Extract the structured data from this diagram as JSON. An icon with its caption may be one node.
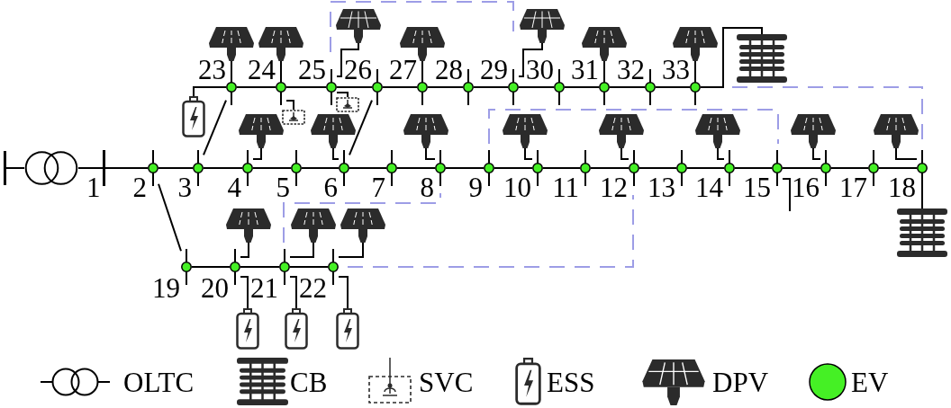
{
  "diagram": {
    "nodes": [
      {
        "text": [],
        "shape": "bar"
      },
      {
        "text": [],
        "shape": "circle"
      },
      {
        "text": [],
        "shape": "bar",
        "beside": [
          "1"
        ]
      },
      {
        "text": [],
        "shape": "circle",
        "beside": [
          "2"
        ]
      },
      {
        "text": [],
        "shape": "circle",
        "beside": [
          "3"
        ]
      },
      {
        "text": [],
        "shape": "circle",
        "beside": [
          "4"
        ]
      },
      {
        "text": [],
        "shape": "circle",
        "beside": [
          "5"
        ]
      },
      {
        "text": [],
        "shape": "circle",
        "beside": [
          "6"
        ]
      },
      {
        "text": [],
        "shape": "circle",
        "beside": [
          "7"
        ]
      },
      {
        "text": [],
        "shape": "circle",
        "beside": [
          "8"
        ]
      },
      {
        "text": [],
        "shape": "circle",
        "beside": [
          "9"
        ]
      },
      {
        "text": [],
        "shape": "circle",
        "beside": [
          "10"
        ]
      },
      {
        "text": [],
        "shape": "circle",
        "beside": [
          "11"
        ]
      },
      {
        "text": [],
        "shape": "circle",
        "beside": [
          "12"
        ]
      },
      {
        "text": [],
        "shape": "circle",
        "beside": [
          "13"
        ]
      },
      {
        "text": [],
        "shape": "circle",
        "beside": [
          "14"
        ]
      },
      {
        "text": [],
        "shape": "circle",
        "beside": [
          "15"
        ]
      },
      {
        "text": [],
        "shape": "circle",
        "beside": [
          "16"
        ]
      },
      {
        "text": [],
        "shape": "circle",
        "beside": [
          "17"
        ]
      },
      {
        "text": [],
        "shape": "circle",
        "beside": [
          "18"
        ]
      },
      {
        "text": [],
        "shape": "circle",
        "beside": [
          "19"
        ]
      },
      {
        "text": [],
        "shape": "circle",
        "beside": [
          "20"
        ]
      },
      {
        "text": [],
        "shape": "circle",
        "beside": [
          "21"
        ]
      },
      {
        "text": [],
        "shape": "circle",
        "beside": [
          "22"
        ]
      },
      {
        "text": [],
        "shape": "circle",
        "beside": [
          "23"
        ]
      },
      {
        "text": [],
        "shape": "circle",
        "beside": [
          "24"
        ]
      },
      {
        "text": [],
        "shape": "circle",
        "beside": [
          "25"
        ]
      },
      {
        "text": [],
        "shape": "circle",
        "beside": [
          "26"
        ]
      },
      {
        "text": [],
        "shape": "circle",
        "beside": [
          "27"
        ]
      },
      {
        "text": [],
        "shape": "circle",
        "beside": [
          "28"
        ]
      },
      {
        "text": [],
        "shape": "circle",
        "beside": [
          "29"
        ]
      },
      {
        "text": [],
        "shape": "circle",
        "beside": [
          "30"
        ]
      },
      {
        "text": [],
        "shape": "circle",
        "beside": [
          "31"
        ]
      },
      {
        "text": [],
        "shape": "circle",
        "beside": [
          "32"
        ]
      },
      {
        "text": [],
        "shape": "circle",
        "beside": [
          "33"
        ]
      },
      {
        "text": [],
        "shape": "picture"
      },
      {
        "text": [],
        "shape": "picture"
      },
      {
        "text": [],
        "shape": "picture"
      },
      {
        "text": [],
        "shape": "picture"
      },
      {
        "text": [],
        "shape": "picture"
      },
      {
        "text": [],
        "shape": "picture"
      },
      {
        "text": [],
        "shape": "picture"
      },
      {
        "text": [],
        "shape": "picture"
      },
      {
        "text": [],
        "shape": "picture"
      },
      {
        "text": [],
        "shape": "picture"
      },
      {
        "text": [],
        "shape": "picture"
      },
      {
        "text": [],
        "shape": "picture"
      },
      {
        "text": [],
        "shape": "picture"
      },
      {
        "text": [],
        "shape": "picture"
      },
      {
        "text": [],
        "shape": "picture"
      },
      {
        "text": [],
        "shape": "picture"
      },
      {
        "text": [],
        "shape": "picture"
      },
      {
        "text": [],
        "shape": "picture"
      },
      {
        "text": [],
        "shape": "picture"
      },
      {
        "text": [],
        "shape": "picture"
      },
      {
        "text": [],
        "shape": "picture"
      },
      {
        "text": [],
        "shape": "picture"
      },
      {
        "text": [],
        "shape": "picture"
      },
      {
        "text": [],
        "shape": "picture"
      },
      {
        "text": [],
        "shape": "picture"
      },
      {
        "text": [],
        "shape": "picture"
      }
    ],
    "edges": [
      {
        "from": 0,
        "to": 1,
        "arrow": "none"
      },
      {
        "from": 1,
        "to": 2,
        "arrow": "none"
      },
      {
        "from": 2,
        "to": 3,
        "arrow": "none"
      },
      {
        "from": 3,
        "to": 4,
        "arrow": "none"
      },
      {
        "from": 4,
        "to": 5,
        "arrow": "none"
      },
      {
        "from": 5,
        "to": 6,
        "arrow": "none"
      },
      {
        "from": 6,
        "to": 7,
        "arrow": "none"
      },
      {
        "from": 7,
        "to": 8,
        "arrow": "none"
      },
      {
        "from": 8,
        "to": 9,
        "arrow": "none"
      },
      {
        "from": 9,
        "to": 10,
        "arrow": "none"
      },
      {
        "from": 10,
        "to": 11,
        "arrow": "none"
      },
      {
        "from": 11,
        "to": 12,
        "arrow": "none"
      },
      {
        "from": 12,
        "to": 13,
        "arrow": "none"
      },
      {
        "from": 13,
        "to": 14,
        "arrow": "none"
      },
      {
        "from": 14,
        "to": 15,
        "arrow": "none"
      },
      {
        "from": 15,
        "to": 16,
        "arrow": "none"
      },
      {
        "from": 16,
        "to": 17,
        "arrow": "none"
      },
      {
        "from": 17,
        "to": 18,
        "arrow": "none"
      },
      {
        "from": 18,
        "to": 19,
        "arrow": "none"
      },
      {
        "from": 3,
        "to": 20,
        "arrow": "none"
      },
      {
        "from": 20,
        "to": 21,
        "arrow": "none"
      },
      {
        "from": 21,
        "to": 22,
        "arrow": "none"
      },
      {
        "from": 22,
        "to": 23,
        "arrow": "none"
      },
      {
        "from": 4,
        "to": 24,
        "arrow": "none"
      },
      {
        "from": 24,
        "to": 25,
        "arrow": "none"
      },
      {
        "from": 25,
        "to": 26,
        "arrow": "none"
      },
      {
        "from": 26,
        "to": 27,
        "arrow": "none"
      },
      {
        "from": 7,
        "to": 27,
        "arrow": "none"
      },
      {
        "from": 27,
        "to": 28,
        "arrow": "none"
      },
      {
        "from": 28,
        "to": 29,
        "arrow": "none"
      },
      {
        "from": 29,
        "to": 30,
        "arrow": "none"
      },
      {
        "from": 30,
        "to": 31,
        "arrow": "none"
      },
      {
        "from": 31,
        "to": 32,
        "arrow": "none"
      },
      {
        "from": 32,
        "to": 33,
        "arrow": "none"
      },
      {
        "from": 33,
        "to": 34,
        "arrow": "none"
      },
      {
        "from": 24,
        "to": 35,
        "arrow": "none"
      },
      {
        "from": 25,
        "to": 36,
        "arrow": "none"
      },
      {
        "from": 26,
        "to": 37,
        "arrow": "none"
      },
      {
        "from": 28,
        "to": 38,
        "arrow": "none"
      },
      {
        "from": 30,
        "to": 39,
        "arrow": "none"
      },
      {
        "from": 32,
        "to": 40,
        "arrow": "none"
      },
      {
        "from": 34,
        "to": 41,
        "arrow": "none"
      },
      {
        "from": 5,
        "to": 42,
        "arrow": "none"
      },
      {
        "from": 7,
        "to": 43,
        "arrow": "none"
      },
      {
        "from": 9,
        "to": 44,
        "arrow": "none"
      },
      {
        "from": 11,
        "to": 45,
        "arrow": "none"
      },
      {
        "from": 13,
        "to": 46,
        "arrow": "none"
      },
      {
        "from": 15,
        "to": 47,
        "arrow": "none"
      },
      {
        "from": 17,
        "to": 48,
        "arrow": "none"
      },
      {
        "from": 19,
        "to": 49,
        "arrow": "none"
      },
      {
        "from": 21,
        "to": 50,
        "arrow": "none"
      },
      {
        "from": 22,
        "to": 51,
        "arrow": "none"
      },
      {
        "from": 23,
        "to": 52,
        "arrow": "none"
      },
      {
        "from": 24,
        "to": 53,
        "arrow": "none"
      },
      {
        "from": 21,
        "to": 54,
        "arrow": "none"
      },
      {
        "from": 22,
        "to": 55,
        "arrow": "none"
      },
      {
        "from": 23,
        "to": 56,
        "arrow": "none"
      },
      {
        "from": 25,
        "to": 57,
        "arrow": "none"
      },
      {
        "from": 26,
        "to": 58,
        "arrow": "none"
      },
      {
        "from": 34,
        "to": 59,
        "arrow": "none"
      },
      {
        "from": 19,
        "to": 60,
        "arrow": "none"
      },
      {
        "from": 16,
        "to": null,
        "arrow": "none"
      }
    ],
    "legend": [
      {
        "text": "OLTC"
      },
      {
        "text": "CB"
      },
      {
        "text": "SVC"
      },
      {
        "text": "ESS"
      },
      {
        "text": "DPV"
      },
      {
        "text": "EV",
        "color": "#45f025"
      }
    ]
  }
}
